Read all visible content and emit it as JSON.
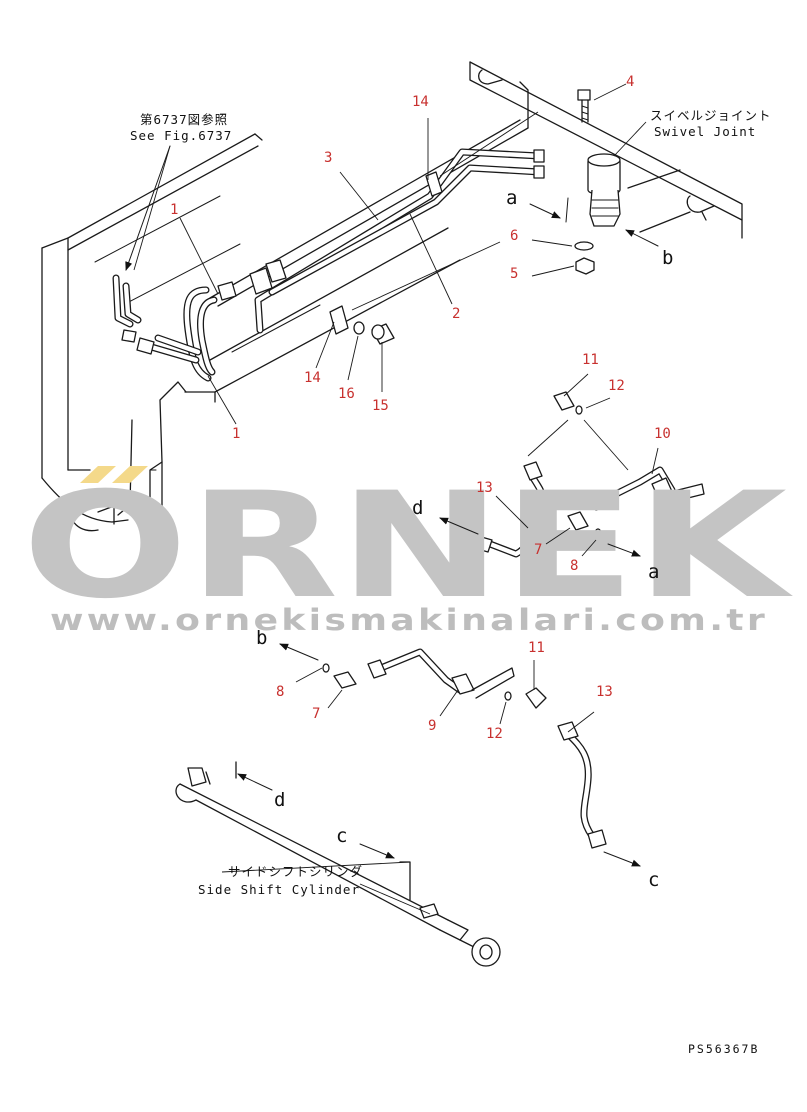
{
  "drawing_code": "PS56367B",
  "watermark": {
    "brand": "ORNEK",
    "url": "www.ornekismakinalari.com.tr",
    "accent_color": "#f4d98a"
  },
  "notes": {
    "see_fig_jp": "第6737図参照",
    "see_fig_en": "See Fig.6737",
    "swivel_jp": "スイベルジョイント",
    "swivel_en": "Swivel Joint",
    "cylinder_jp": "サイドシフトシリンダ",
    "cylinder_en": "Side Shift Cylinder"
  },
  "callouts": [
    {
      "id": "c1a",
      "label": "1"
    },
    {
      "id": "c1b",
      "label": "1"
    },
    {
      "id": "c2",
      "label": "2"
    },
    {
      "id": "c3",
      "label": "3"
    },
    {
      "id": "c4",
      "label": "4"
    },
    {
      "id": "c5",
      "label": "5"
    },
    {
      "id": "c6",
      "label": "6"
    },
    {
      "id": "c7a",
      "label": "7"
    },
    {
      "id": "c7b",
      "label": "7"
    },
    {
      "id": "c8a",
      "label": "8"
    },
    {
      "id": "c8b",
      "label": "8"
    },
    {
      "id": "c9",
      "label": "9"
    },
    {
      "id": "c10",
      "label": "10"
    },
    {
      "id": "c11a",
      "label": "11"
    },
    {
      "id": "c11b",
      "label": "11"
    },
    {
      "id": "c12a",
      "label": "12"
    },
    {
      "id": "c12b",
      "label": "12"
    },
    {
      "id": "c13a",
      "label": "13"
    },
    {
      "id": "c13b",
      "label": "13"
    },
    {
      "id": "c14a",
      "label": "14"
    },
    {
      "id": "c14b",
      "label": "14"
    },
    {
      "id": "c15",
      "label": "15"
    },
    {
      "id": "c16",
      "label": "16"
    }
  ],
  "refs": {
    "a1": "a",
    "a2": "a",
    "b1": "b",
    "b2": "b",
    "c1": "c",
    "c2": "c",
    "d1": "d",
    "d2": "d"
  }
}
